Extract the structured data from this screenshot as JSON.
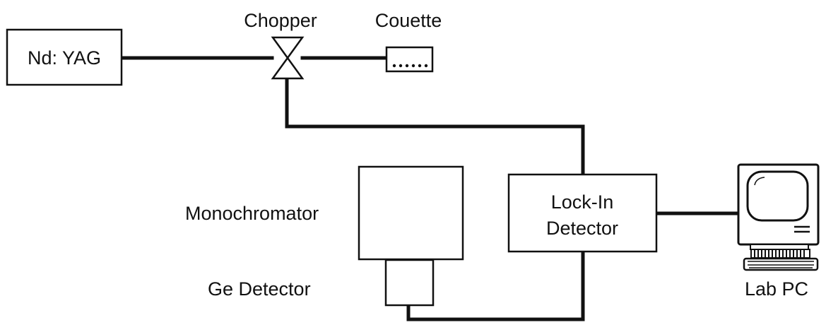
{
  "diagram": {
    "nodes": {
      "laser": "Nd: YAG",
      "chopper": "Chopper",
      "couette": "Couette",
      "monochromator": "Monochromator",
      "ge_detector": "Ge Detector",
      "lockin_line1": "Lock-In",
      "lockin_line2": "Detector",
      "lab_pc": "Lab PC"
    },
    "connections": [
      {
        "from": "Nd: YAG",
        "to": "Chopper"
      },
      {
        "from": "Chopper",
        "to": "Couette"
      },
      {
        "from": "Chopper",
        "to": "Lock-In Detector"
      },
      {
        "from": "Ge Detector",
        "to": "Lock-In Detector"
      },
      {
        "from": "Lock-In Detector",
        "to": "Lab PC"
      }
    ],
    "colors": {
      "line": "#111111",
      "background": "#ffffff"
    }
  }
}
